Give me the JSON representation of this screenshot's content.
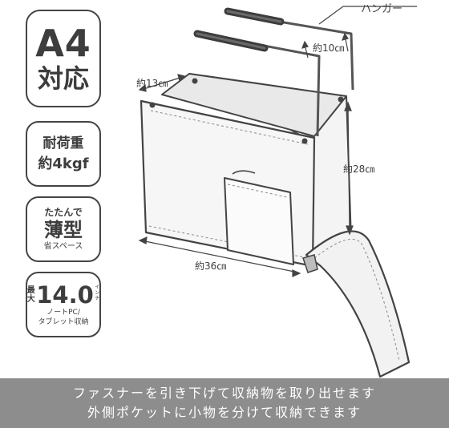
{
  "badges": {
    "a4": {
      "line1": "A4",
      "line2": "対応"
    },
    "weight": {
      "line1": "耐荷重",
      "line2": "約4kgf"
    },
    "thin": {
      "line1": "たたんで",
      "line2": "薄型",
      "line3": "省スペース"
    },
    "inch": {
      "prefix": "最大",
      "value": "14.0",
      "unit": "インチ",
      "line2": "ノートPC/",
      "line3": "タブレット収納"
    }
  },
  "dimensions": {
    "hanger": "ハンガー",
    "hanger_depth": "約10㎝",
    "bag_depth": "約13㎝",
    "height": "約28㎝",
    "width": "約36㎝"
  },
  "banner": {
    "line1": "ファスナーを引き下げて収納物を取り出せます",
    "line2": "外側ポケットに小物を分けて収納できます"
  },
  "colors": {
    "outline": "#3d3d3d",
    "banner_bg": "#8d8d8d",
    "bag_fill": "#f2f2f2",
    "handle": "#555555"
  }
}
